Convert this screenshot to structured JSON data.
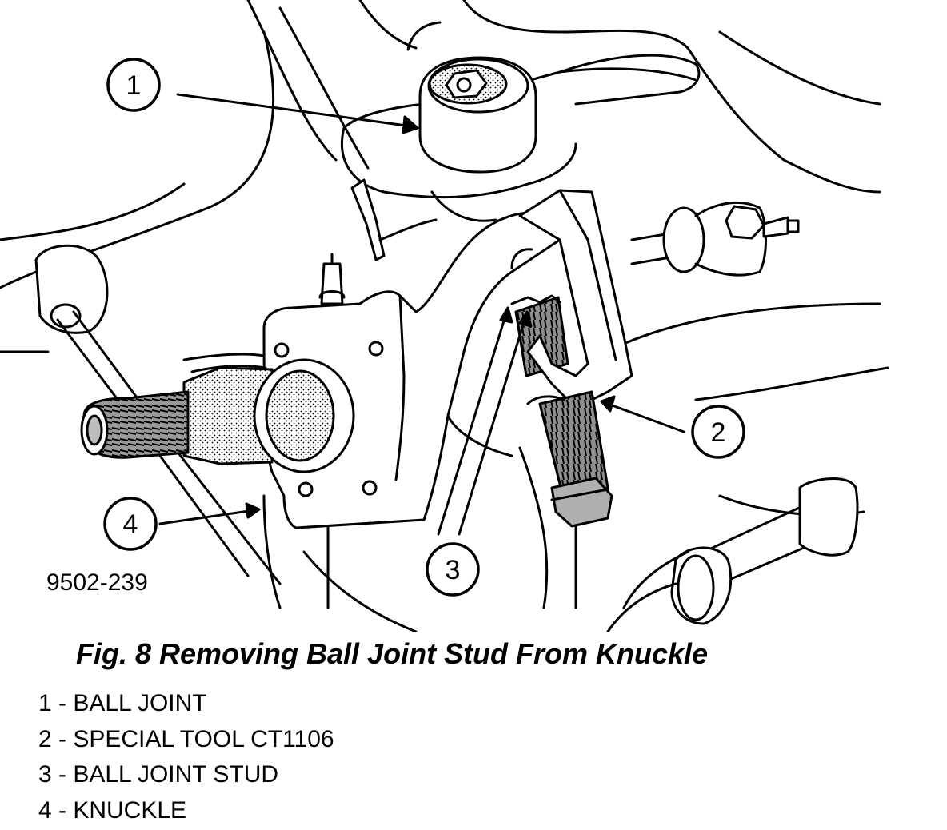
{
  "figure": {
    "id": "9502-239",
    "caption": "Fig. 8 Removing Ball Joint Stud From Knuckle"
  },
  "callouts": [
    {
      "number": "1",
      "label": "BALL JOINT"
    },
    {
      "number": "2",
      "label": "SPECIAL TOOL CT1106"
    },
    {
      "number": "3",
      "label": "BALL JOINT STUD"
    },
    {
      "number": "4",
      "label": "KNUCKLE"
    }
  ],
  "legend": [
    "1 - BALL JOINT",
    "2 - SPECIAL TOOL CT1106",
    "3 - BALL JOINT STUD",
    "4 - KNUCKLE"
  ],
  "colors": {
    "ink": "#000000",
    "paper": "#ffffff",
    "shade": "#bdbdbd"
  }
}
